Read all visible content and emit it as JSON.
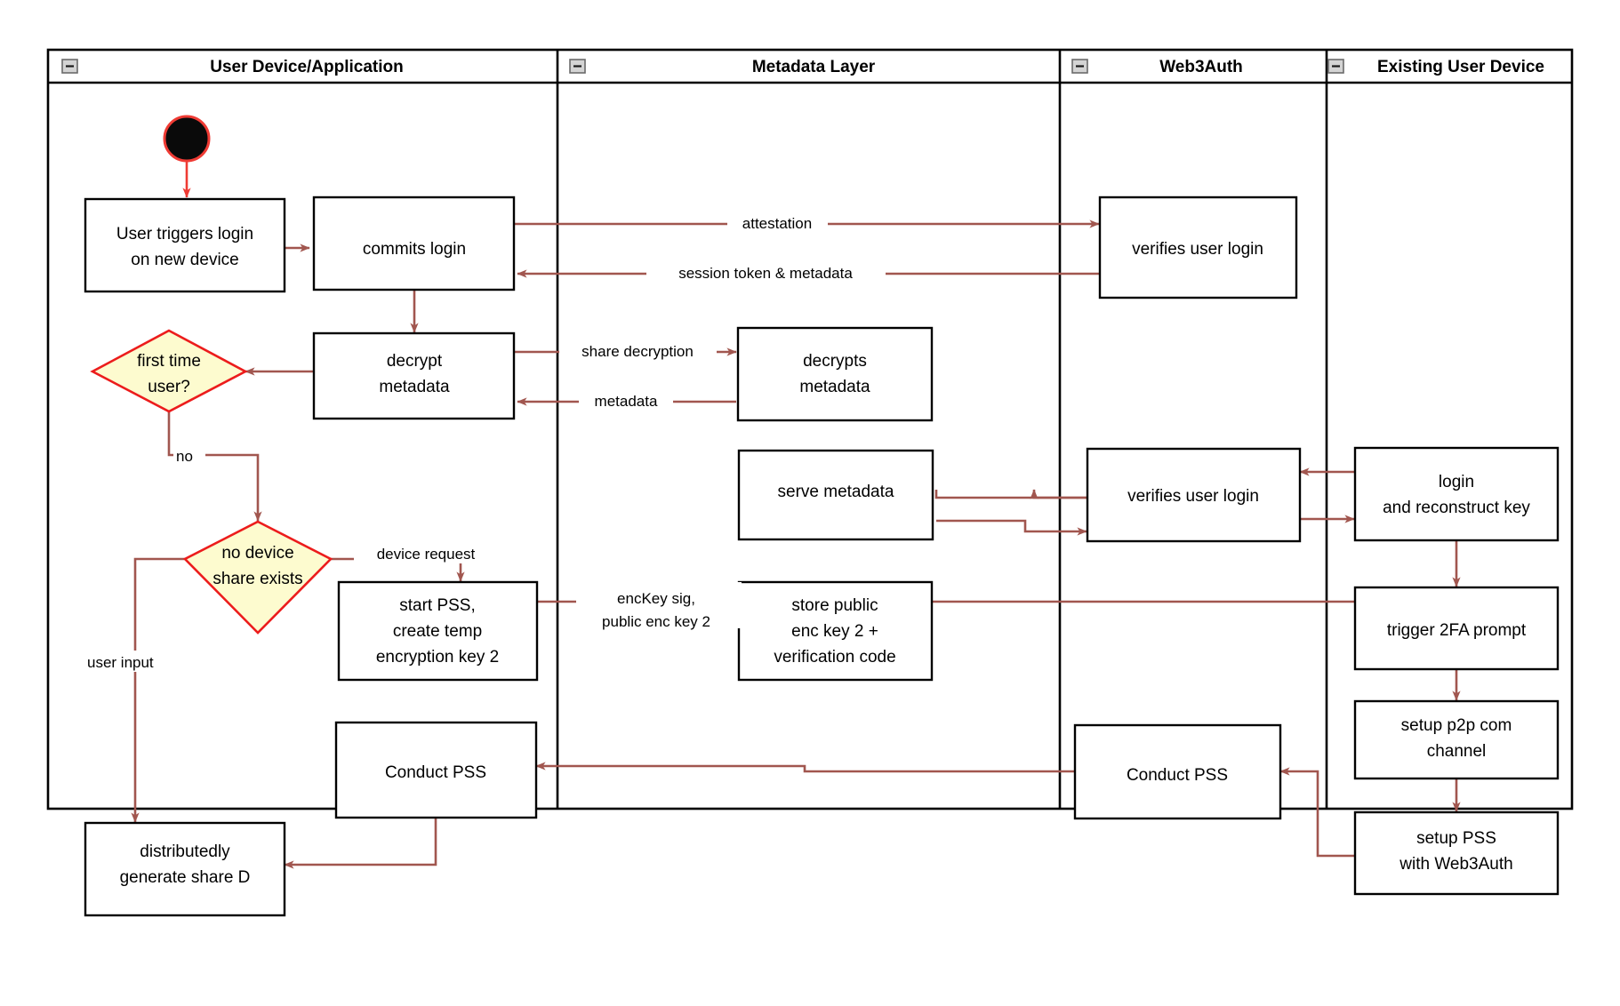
{
  "diagram": {
    "title": "Web3Auth new-device login activity diagram",
    "colors": {
      "connector": "#a1564f",
      "start_accent": "#ef3b34",
      "decision_border": "#ec1c1c",
      "decision_fill": "#fdfbcf",
      "node_border": "#000000",
      "background": "#ffffff"
    },
    "lanes": [
      {
        "id": "lane-user-device",
        "label": "User Device/Application",
        "collapse_icon": "minus-box-icon"
      },
      {
        "id": "lane-metadata",
        "label": "Metadata Layer",
        "collapse_icon": "minus-box-icon"
      },
      {
        "id": "lane-web3auth",
        "label": "Web3Auth",
        "collapse_icon": "minus-box-icon"
      },
      {
        "id": "lane-existing-device",
        "label": "Existing User Device",
        "collapse_icon": "minus-box-icon"
      }
    ],
    "nodes": [
      {
        "id": "start",
        "type": "start",
        "lane": "lane-user-device",
        "label": ""
      },
      {
        "id": "n-user-triggers",
        "type": "action",
        "lane": "lane-user-device",
        "lines": [
          "User triggers login",
          "on new device"
        ]
      },
      {
        "id": "n-commits-login",
        "type": "action",
        "lane": "lane-user-device",
        "lines": [
          "commits login"
        ]
      },
      {
        "id": "n-decrypt-metadata",
        "type": "action",
        "lane": "lane-user-device",
        "lines": [
          "decrypt",
          "metadata"
        ]
      },
      {
        "id": "n-first-time-user",
        "type": "decision",
        "lane": "lane-user-device",
        "lines": [
          "first time",
          "user?"
        ]
      },
      {
        "id": "n-no-device-share",
        "type": "decision",
        "lane": "lane-user-device",
        "lines": [
          "no device",
          "share exists"
        ]
      },
      {
        "id": "n-start-pss",
        "type": "action",
        "lane": "lane-user-device",
        "lines": [
          "start PSS,",
          "create temp",
          "encryption key 2"
        ]
      },
      {
        "id": "n-conduct-pss-user",
        "type": "action",
        "lane": "lane-user-device",
        "lines": [
          "Conduct PSS"
        ]
      },
      {
        "id": "n-generate-share-d",
        "type": "action",
        "lane": "lane-user-device",
        "lines": [
          "distributedly",
          "generate share D"
        ]
      },
      {
        "id": "n-decrypts-metadata",
        "type": "action",
        "lane": "lane-metadata",
        "lines": [
          "decrypts",
          "metadata"
        ]
      },
      {
        "id": "n-serve-metadata",
        "type": "action",
        "lane": "lane-metadata",
        "lines": [
          "serve metadata"
        ]
      },
      {
        "id": "n-store-public-enc",
        "type": "action",
        "lane": "lane-metadata",
        "lines": [
          "store public",
          "enc key 2 +",
          "verification code"
        ]
      },
      {
        "id": "n-verifies-login-1",
        "type": "action",
        "lane": "lane-web3auth",
        "lines": [
          "verifies user login"
        ]
      },
      {
        "id": "n-verifies-login-2",
        "type": "action",
        "lane": "lane-web3auth",
        "lines": [
          "verifies user login"
        ]
      },
      {
        "id": "n-conduct-pss-web3auth",
        "type": "action",
        "lane": "lane-web3auth",
        "lines": [
          "Conduct PSS"
        ]
      },
      {
        "id": "n-login-reconstruct",
        "type": "action",
        "lane": "lane-existing-device",
        "lines": [
          "login",
          "and reconstruct key"
        ]
      },
      {
        "id": "n-trigger-2fa",
        "type": "action",
        "lane": "lane-existing-device",
        "lines": [
          "trigger 2FA prompt"
        ]
      },
      {
        "id": "n-setup-p2p",
        "type": "action",
        "lane": "lane-existing-device",
        "lines": [
          "setup p2p com",
          "channel"
        ]
      },
      {
        "id": "n-setup-pss",
        "type": "action",
        "lane": "lane-existing-device",
        "lines": [
          "setup PSS",
          "with Web3Auth"
        ]
      }
    ],
    "edges": [
      {
        "id": "e-start-to-trigger",
        "from": "start",
        "to": "n-user-triggers",
        "label": ""
      },
      {
        "id": "e-trigger-to-commits",
        "from": "n-user-triggers",
        "to": "n-commits-login",
        "label": ""
      },
      {
        "id": "e-attestation",
        "from": "n-commits-login",
        "to": "n-verifies-login-1",
        "label": "attestation"
      },
      {
        "id": "e-session-token",
        "from": "n-verifies-login-1",
        "to": "n-commits-login",
        "label": "session token & metadata"
      },
      {
        "id": "e-commits-to-decrypt",
        "from": "n-commits-login",
        "to": "n-decrypt-metadata",
        "label": ""
      },
      {
        "id": "e-share-decryption",
        "from": "n-decrypt-metadata",
        "to": "n-decrypts-metadata",
        "label": "share decryption"
      },
      {
        "id": "e-metadata-back",
        "from": "n-decrypts-metadata",
        "to": "n-decrypt-metadata",
        "label": "metadata"
      },
      {
        "id": "e-decrypt-to-first-time",
        "from": "n-decrypt-metadata",
        "to": "n-first-time-user",
        "label": ""
      },
      {
        "id": "e-first-time-no",
        "from": "n-first-time-user",
        "to": "n-no-device-share",
        "label": "no"
      },
      {
        "id": "e-device-request",
        "from": "n-no-device-share",
        "to": "n-start-pss",
        "label": "device request"
      },
      {
        "id": "e-user-input",
        "from": "n-no-device-share",
        "to": "n-generate-share-d",
        "label": "user input"
      },
      {
        "id": "e-enckey-sig",
        "from": "n-start-pss",
        "to": "n-store-public-enc",
        "label": "encKey sig,\npublic enc key 2",
        "label_lines": [
          "encKey sig,",
          "public enc key 2"
        ]
      },
      {
        "id": "e-store-to-2fa",
        "from": "n-store-public-enc",
        "to": "n-trigger-2fa",
        "label": ""
      },
      {
        "id": "e-existing-to-verifies2",
        "from": "n-login-reconstruct",
        "to": "n-verifies-login-2",
        "label": ""
      },
      {
        "id": "e-verifies2-to-serve",
        "from": "n-verifies-login-2",
        "to": "n-serve-metadata",
        "label": ""
      },
      {
        "id": "e-serve-to-verifies2",
        "from": "n-serve-metadata",
        "to": "n-verifies-login-2",
        "label": ""
      },
      {
        "id": "e-verifies2-to-existing",
        "from": "n-verifies-login-2",
        "to": "n-login-reconstruct",
        "label": ""
      },
      {
        "id": "e-login-to-2fa",
        "from": "n-login-reconstruct",
        "to": "n-trigger-2fa",
        "label": ""
      },
      {
        "id": "e-2fa-to-p2p",
        "from": "n-trigger-2fa",
        "to": "n-setup-p2p",
        "label": ""
      },
      {
        "id": "e-p2p-to-setuppss",
        "from": "n-setup-p2p",
        "to": "n-setup-pss",
        "label": ""
      },
      {
        "id": "e-setuppss-to-conductpss",
        "from": "n-setup-pss",
        "to": "n-conduct-pss-web3auth",
        "label": ""
      },
      {
        "id": "e-conductpss-to-user",
        "from": "n-conduct-pss-web3auth",
        "to": "n-conduct-pss-user",
        "label": ""
      },
      {
        "id": "e-conductpss-to-shared",
        "from": "n-conduct-pss-user",
        "to": "n-generate-share-d",
        "label": ""
      }
    ]
  }
}
